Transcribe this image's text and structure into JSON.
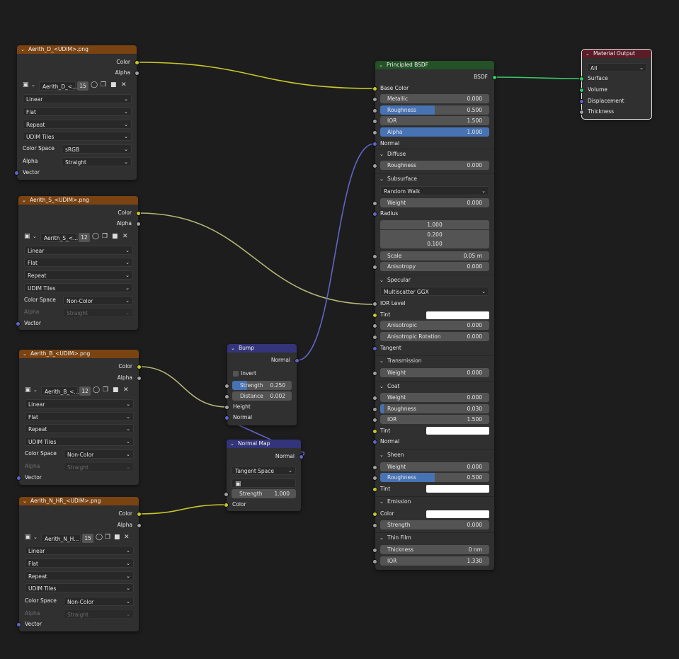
{
  "tex_d": {
    "title": "Aerith_D_<UDIM>.png",
    "out_color": "Color",
    "out_alpha": "Alpha",
    "image_name": "Aerith_D_<...",
    "users": "15",
    "interpolation": "Linear",
    "projection": "Flat",
    "extension": "Repeat",
    "source": "UDIM Tiles",
    "color_space_label": "Color Space",
    "color_space": "sRGB",
    "alpha_label": "Alpha",
    "alpha_mode": "Straight",
    "vector": "Vector"
  },
  "tex_s": {
    "title": "Aerith_S_<UDIM>.png",
    "out_color": "Color",
    "out_alpha": "Alpha",
    "image_name": "Aerith_S_<...",
    "users": "12",
    "interpolation": "Linear",
    "projection": "Flat",
    "extension": "Repeat",
    "source": "UDIM Tiles",
    "color_space_label": "Color Space",
    "color_space": "Non-Color",
    "alpha_label": "Alpha",
    "alpha_mode": "Straight",
    "vector": "Vector"
  },
  "tex_b": {
    "title": "Aerith_B_<UDIM>.png",
    "out_color": "Color",
    "out_alpha": "Alpha",
    "image_name": "Aerith_B_<...",
    "users": "12",
    "interpolation": "Linear",
    "projection": "Flat",
    "extension": "Repeat",
    "source": "UDIM Tiles",
    "color_space_label": "Color Space",
    "color_space": "Non-Color",
    "alpha_label": "Alpha",
    "alpha_mode": "Straight",
    "vector": "Vector"
  },
  "tex_n": {
    "title": "Aerith_N_HR_<UDIM>.png",
    "out_color": "Color",
    "out_alpha": "Alpha",
    "image_name": "Aerith_N_H...",
    "users": "15",
    "interpolation": "Linear",
    "projection": "Flat",
    "extension": "Repeat",
    "source": "UDIM Tiles",
    "color_space_label": "Color Space",
    "color_space": "Non-Color",
    "alpha_label": "Alpha",
    "alpha_mode": "Straight",
    "vector": "Vector"
  },
  "bump": {
    "title": "Bump",
    "out_normal": "Normal",
    "invert": "Invert",
    "strength_label": "Strength",
    "strength": "0.250",
    "distance_label": "Distance",
    "distance": "0.002",
    "height": "Height",
    "normal": "Normal"
  },
  "normal_map": {
    "title": "Normal Map",
    "out_normal": "Normal",
    "space": "Tangent Space",
    "strength_label": "Strength",
    "strength": "1.000",
    "color": "Color"
  },
  "bsdf": {
    "title": "Principled BSDF",
    "out_bsdf": "BSDF",
    "base_color": "Base Color",
    "metallic_label": "Metallic",
    "metallic": "0.000",
    "roughness_label": "Roughness",
    "roughness": "0.500",
    "roughness_fill": 0.5,
    "ior_label": "IOR",
    "ior": "1.500",
    "alpha_label": "Alpha",
    "alpha": "1.000",
    "alpha_fill": 1.0,
    "normal": "Normal",
    "diffuse": {
      "title": "Diffuse",
      "roughness_label": "Roughness",
      "roughness": "0.000"
    },
    "subsurface": {
      "title": "Subsurface",
      "method": "Random Walk",
      "weight_label": "Weight",
      "weight": "0.000",
      "radius": "Radius",
      "radius_values": [
        "1.000",
        "0.200",
        "0.100"
      ],
      "scale_label": "Scale",
      "scale": "0.05 m",
      "anisotropy_label": "Anisotropy",
      "anisotropy": "0.000"
    },
    "specular": {
      "title": "Specular",
      "distribution": "Multiscatter GGX",
      "ior_level": "IOR Level",
      "tint": "Tint",
      "anisotropic_label": "Anisotropic",
      "anisotropic": "0.000",
      "rotation_label": "Anisotropic Rotation",
      "rotation": "0.000",
      "tangent": "Tangent"
    },
    "transmission": {
      "title": "Transmission",
      "weight_label": "Weight",
      "weight": "0.000"
    },
    "coat": {
      "title": "Coat",
      "weight_label": "Weight",
      "weight": "0.000",
      "roughness_label": "Roughness",
      "roughness": "0.030",
      "roughness_fill": 0.03,
      "ior_label": "IOR",
      "ior": "1.500",
      "tint": "Tint",
      "normal": "Normal"
    },
    "sheen": {
      "title": "Sheen",
      "weight_label": "Weight",
      "weight": "0.000",
      "roughness_label": "Roughness",
      "roughness": "0.500",
      "roughness_fill": 0.5,
      "tint": "Tint"
    },
    "emission": {
      "title": "Emission",
      "color": "Color",
      "strength_label": "Strength",
      "strength": "0.000"
    },
    "thin_film": {
      "title": "Thin Film",
      "thickness_label": "Thickness",
      "thickness": "0 nm",
      "ior_label": "IOR",
      "ior": "1.330"
    }
  },
  "output": {
    "title": "Material Output",
    "target": "All",
    "surface": "Surface",
    "volume": "Volume",
    "displacement": "Displacement",
    "thickness": "Thickness"
  },
  "colors": {
    "wire_color": "#c7c729",
    "wire_float": "#a1a1a1",
    "wire_vector": "#6363c7",
    "wire_shader": "#39c76a"
  }
}
